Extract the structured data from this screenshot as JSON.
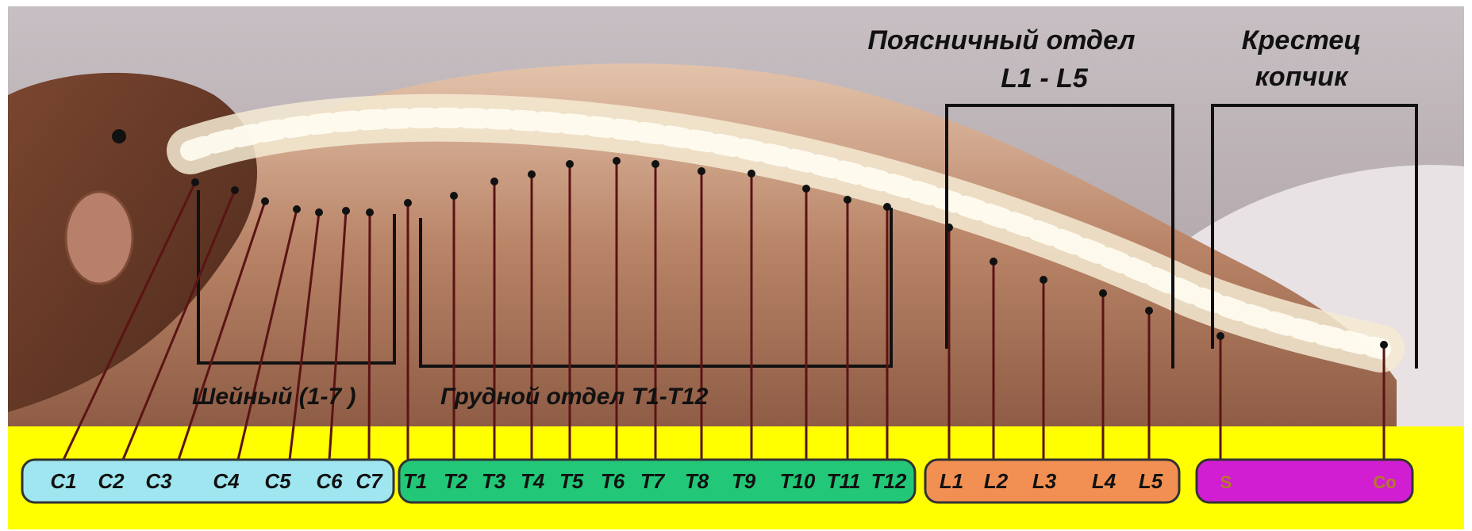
{
  "headings": {
    "lumbar_line1": "Поясничный  отдел",
    "lumbar_line2": "L1 - L5",
    "sacrum_line1": "Крестец",
    "sacrum_line2": "копчик",
    "cervical": "Шейный  (1-7 )",
    "thoracic": "Грудной отдел  Т1-Т12"
  },
  "groups": {
    "cervical": {
      "color": "#9fe6f0",
      "labels": [
        "C1",
        "C2",
        "C3",
        "C4",
        "C5",
        "C6",
        "C7"
      ]
    },
    "thoracic": {
      "color": "#22c878",
      "labels": [
        "T1",
        "T2",
        "T3",
        "T4",
        "T5",
        "T6",
        "T7",
        "T8",
        "T9",
        "T10",
        "T11",
        "T12"
      ]
    },
    "lumbar": {
      "color": "#f28f52",
      "labels": [
        "L1",
        "L2",
        "L3",
        "L4",
        "L5"
      ]
    },
    "sacral": {
      "color": "#d21ed2",
      "labels": [
        "S",
        "Co"
      ]
    }
  },
  "colors": {
    "band": "#ffff00",
    "sky": "#b7aeb3",
    "skin": "#c9997b",
    "hair": "#6a3b26",
    "connector": "#5a1414",
    "bracket": "#111111",
    "label_sacral": "#b37a2a"
  }
}
